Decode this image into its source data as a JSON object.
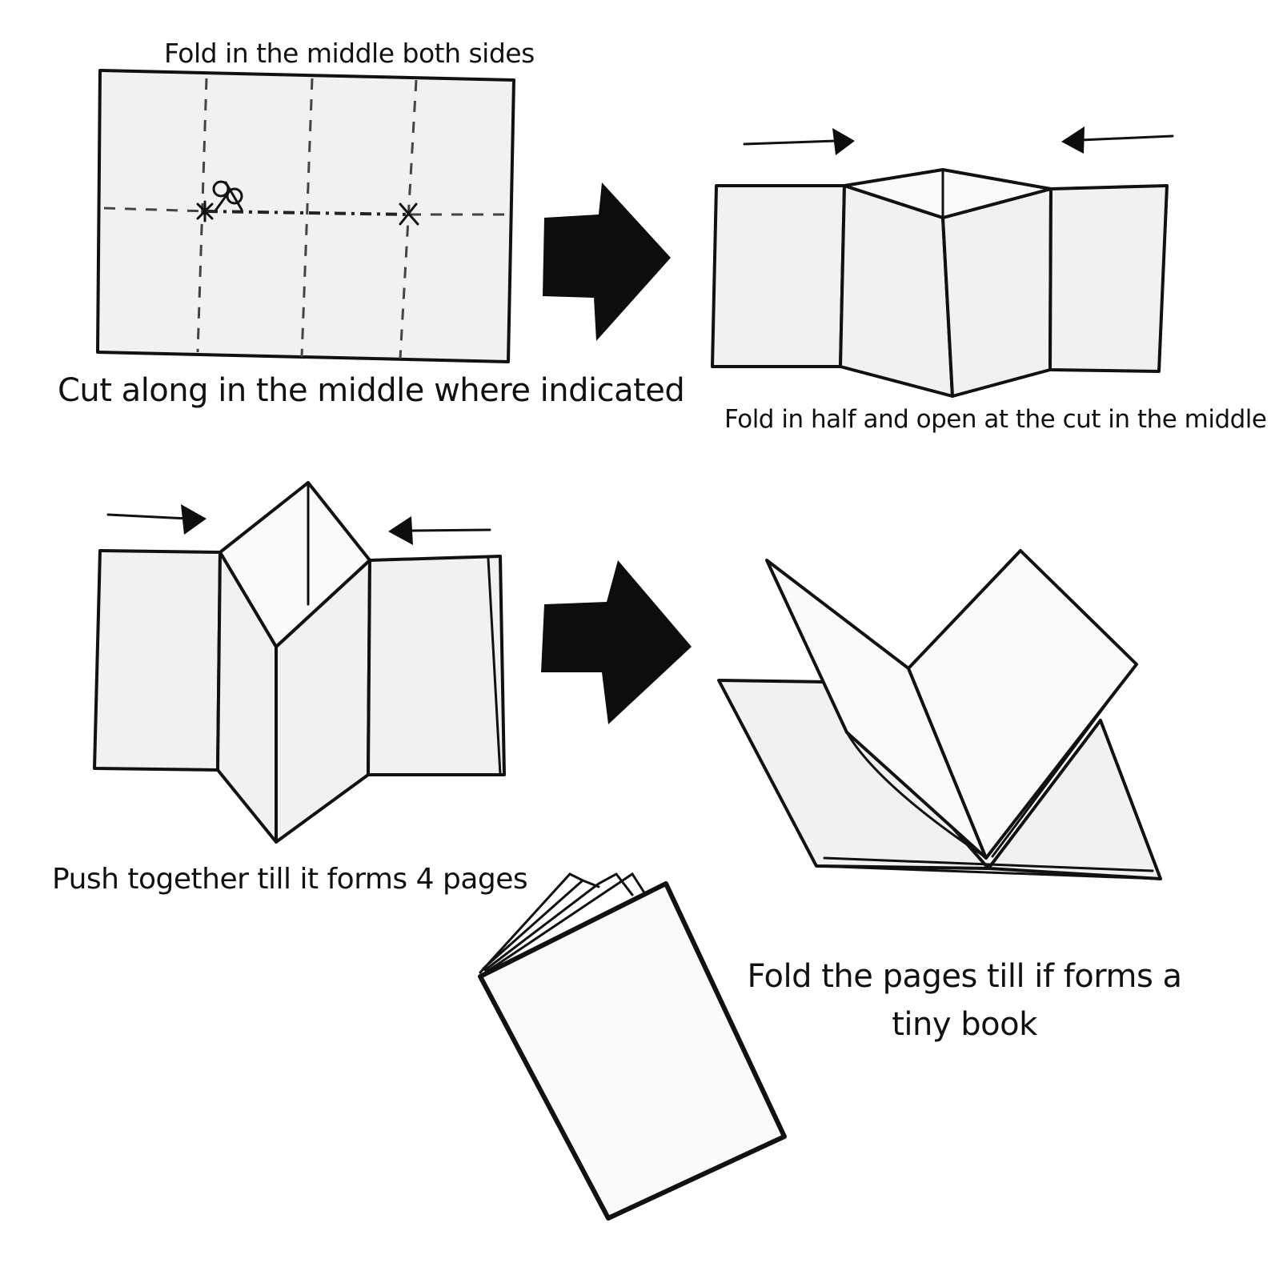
{
  "steps": {
    "step1_fold": "Fold in the middle both sides",
    "step1_cut": "Cut along in the middle where indicated",
    "step2": "Fold in half and open at the cut in the middle",
    "step3": "Push together till it forms 4 pages",
    "step4": "Fold the pages till if forms a tiny book"
  },
  "icons": [
    "scissors-icon",
    "big-arrow-icon",
    "push-arrow-icon"
  ],
  "colors": {
    "ink": "#111111",
    "paper": "#f1f1f1",
    "background": "#ffffff"
  }
}
